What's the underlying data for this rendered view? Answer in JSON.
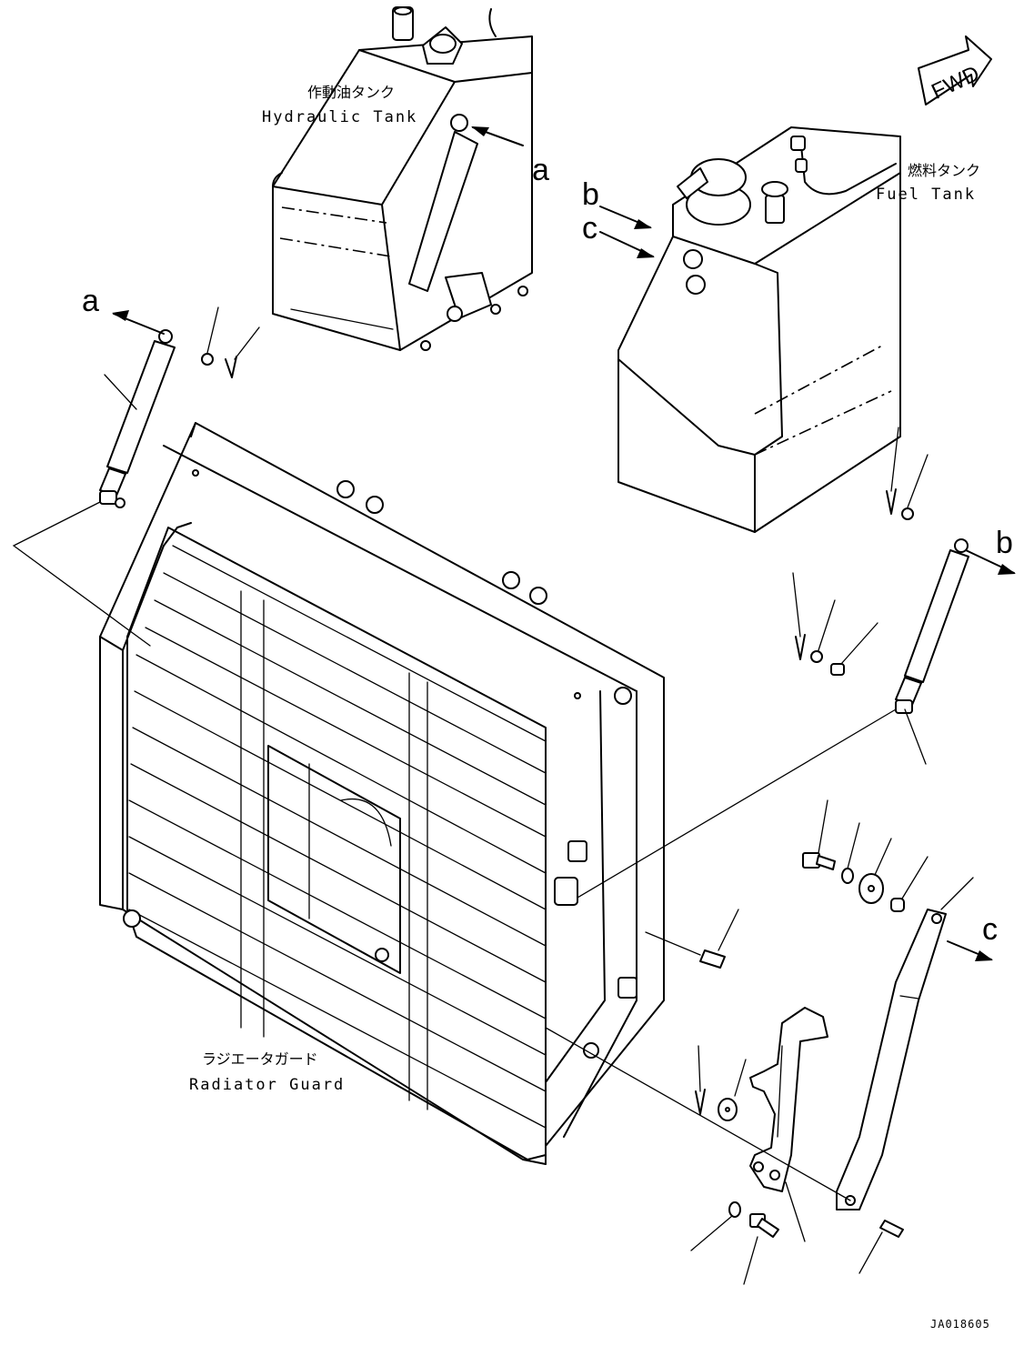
{
  "labels": {
    "hydraulic_tank_jp": "作動油タンク",
    "hydraulic_tank_en": "Hydraulic Tank",
    "fuel_tank_jp": "燃料タンク",
    "fuel_tank_en": "Fuel Tank",
    "radiator_guard_jp": "ラジエータガード",
    "radiator_guard_en": "Radiator Guard",
    "fwd": "FWD",
    "drawing_code": "JA018605"
  },
  "refs": {
    "a": "a",
    "b": "b",
    "c": "c"
  }
}
